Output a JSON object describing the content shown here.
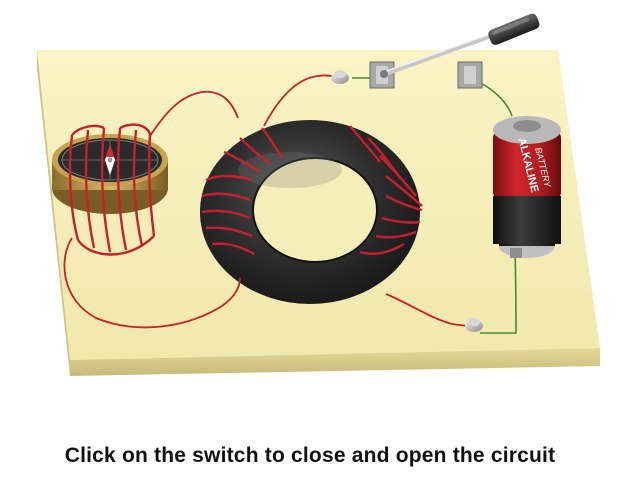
{
  "instruction": {
    "text": "Click on the switch to close and open the circuit"
  },
  "battery": {
    "brand": "ALKALINE",
    "label": "BATTERY"
  },
  "switch": {
    "state": "open"
  },
  "icons": {
    "compass": "compass-icon",
    "toroid": "toroid-core-icon",
    "battery": "battery-icon",
    "switch": "knife-switch-icon"
  },
  "colors": {
    "board": "#f7f1bc",
    "board_edge": "#d9cf91",
    "wire_red": "#c8202b",
    "wire_green": "#3f8f2f",
    "toroid": "#2f2f2f",
    "battery_red": "#b41a1f",
    "battery_black": "#1d1d1d"
  }
}
